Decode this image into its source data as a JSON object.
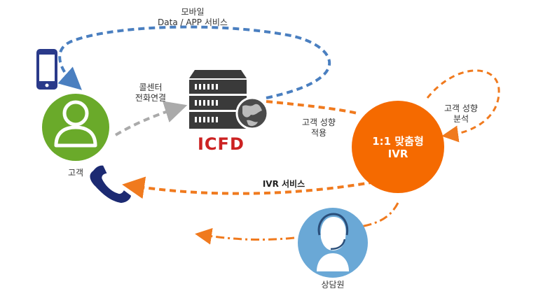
{
  "colors": {
    "blue_dash": "#4a7fc0",
    "orange_dash": "#f07a1e",
    "gray_dash": "#aaaaaa",
    "customer_green": "#6aaa2a",
    "ivr_orange": "#f56a00",
    "agent_blue": "#6aa8d6",
    "server_dark": "#3a3a3a",
    "brand_red": "#cc2222"
  },
  "labels": {
    "mobile_line1": "모바일",
    "mobile_line2": "Data / APP 서비스",
    "callcenter_line1": "콜센터",
    "callcenter_line2": "전화연결",
    "icfd": "ICFD",
    "customer": "고객",
    "apply_line1": "고객 성향",
    "apply_line2": "적용",
    "ivr_line1": "1:1 맞춤형",
    "ivr_line2": "IVR",
    "analysis_line1": "고객 성향",
    "analysis_line2": "분석",
    "ivr_service": "IVR 서비스",
    "agent": "상담원"
  },
  "icons": {
    "mobile": "smartphone-icon",
    "customer": "person-icon",
    "server": "server-icon",
    "globe": "globe-icon",
    "phone": "telephone-handset-icon",
    "agent": "headset-agent-icon"
  }
}
